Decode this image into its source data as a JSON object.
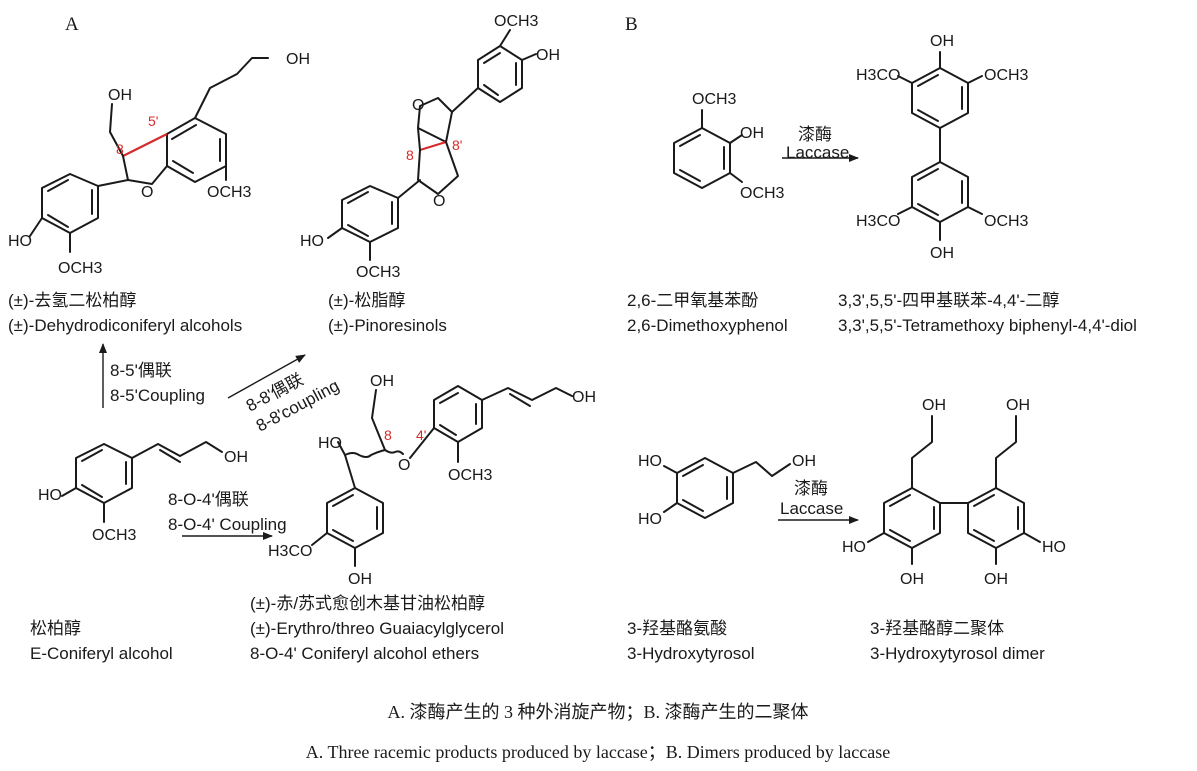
{
  "panel_a": {
    "letter": "A",
    "atoms": {
      "oh": "OH",
      "ho": "HO",
      "o": "O",
      "och3": "OCH3",
      "h3co": "H3CO"
    },
    "locants": {
      "p5": "5'",
      "p8": "8",
      "p8b": "8'",
      "p4": "4'"
    },
    "dehydro": {
      "cn": "(±)-去氢二松柏醇",
      "en": "(±)-Dehydrodiconiferyl alcohols"
    },
    "pino": {
      "cn": "(±)-松脂醇",
      "en": "(±)-Pinoresinols"
    },
    "coniferyl": {
      "cn": "松柏醇",
      "en": "E-Coniferyl alcohol"
    },
    "ether": {
      "cn": "(±)-赤/苏式愈创木基甘油松柏醇",
      "en1": "(±)-Erythro/threo Guaiacylglycerol",
      "en2": "8-O-4' Coniferyl alcohol ethers"
    },
    "arrow_85": {
      "cn": "8-5'偶联",
      "en": "8-5'Coupling"
    },
    "arrow_88": {
      "cn": "8-8'偶联",
      "en": "8-8'coupling"
    },
    "arrow_8o4": {
      "cn": "8-O-4'偶联",
      "en": "8-O-4' Coupling"
    }
  },
  "panel_b": {
    "letter": "B",
    "arrow": {
      "cn": "漆酶",
      "en": "Laccase"
    },
    "dmp": {
      "cn": "2,6-二甲氧基苯酚",
      "en": "2,6-Dimethoxyphenol"
    },
    "biphenyl": {
      "cn": "3,3',5,5'-四甲基联苯-4,4'-二醇",
      "en": "3,3',5,5'-Tetramethoxy biphenyl-4,4'-diol"
    },
    "hyt": {
      "cn": "3-羟基酪氨酸",
      "en": "3-Hydroxytyrosol"
    },
    "dimer": {
      "cn": "3-羟基酪醇二聚体",
      "en": "3-Hydroxytyrosol dimer"
    }
  },
  "caption": {
    "cn": "A. 漆酶产生的 3 种外消旋产物；B. 漆酶产生的二聚体",
    "en": "A. Three racemic products produced by laccase；B. Dimers produced by laccase"
  }
}
